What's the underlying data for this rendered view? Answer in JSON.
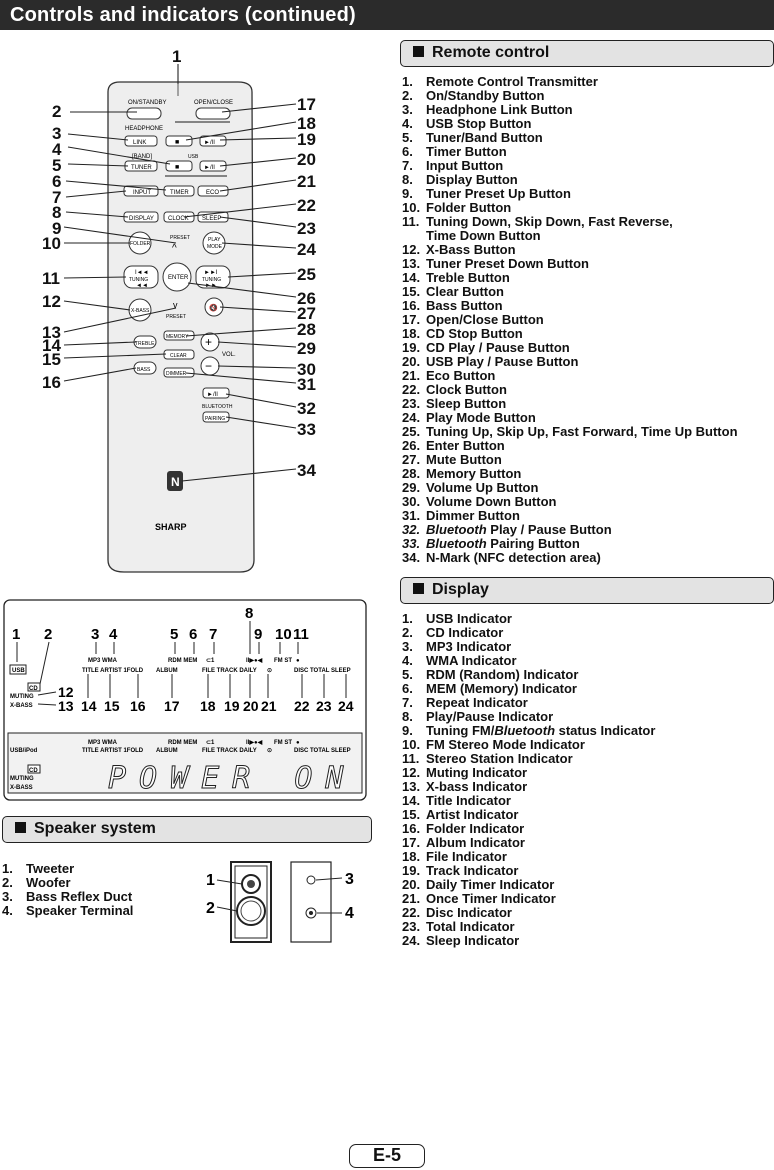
{
  "header": {
    "title": "Controls and indicators (continued)"
  },
  "remote_section": {
    "title": "Remote control",
    "items": [
      {
        "n": "1.",
        "t": "Remote Control Transmitter"
      },
      {
        "n": "2.",
        "t": "On/Standby Button"
      },
      {
        "n": "3.",
        "t": "Headphone Link Button"
      },
      {
        "n": "4.",
        "t": "USB Stop Button"
      },
      {
        "n": "5.",
        "t": "Tuner/Band Button"
      },
      {
        "n": "6.",
        "t": "Timer Button"
      },
      {
        "n": "7.",
        "t": "Input Button"
      },
      {
        "n": "8.",
        "t": "Display Button"
      },
      {
        "n": "9.",
        "t": "Tuner Preset Up Button"
      },
      {
        "n": "10.",
        "t": "Folder Button"
      },
      {
        "n": "11.",
        "t": "Tuning Down, Skip Down, Fast Reverse,",
        "t2": "Time Down Button"
      },
      {
        "n": "12.",
        "t": "X-Bass Button"
      },
      {
        "n": "13.",
        "t": "Tuner Preset Down Button"
      },
      {
        "n": "14.",
        "t": "Treble Button"
      },
      {
        "n": "15.",
        "t": "Clear Button"
      },
      {
        "n": "16.",
        "t": "Bass Button"
      },
      {
        "n": "17.",
        "t": "Open/Close Button"
      },
      {
        "n": "18.",
        "t": "CD Stop Button"
      },
      {
        "n": "19.",
        "t": "CD Play / Pause Button"
      },
      {
        "n": "20.",
        "t": "USB Play / Pause Button"
      },
      {
        "n": "21.",
        "t": "Eco Button"
      },
      {
        "n": "22.",
        "t": "Clock Button"
      },
      {
        "n": "23.",
        "t": "Sleep Button"
      },
      {
        "n": "24.",
        "t": "Play Mode Button"
      },
      {
        "n": "25.",
        "t": "Tuning Up, Skip Up, Fast Forward, Time Up Button"
      },
      {
        "n": "26.",
        "t": "Enter Button"
      },
      {
        "n": "27.",
        "t": "Mute Button"
      },
      {
        "n": "28.",
        "t": "Memory Button"
      },
      {
        "n": "29.",
        "t": "Volume Up Button"
      },
      {
        "n": "30.",
        "t": "Volume Down Button"
      },
      {
        "n": "31.",
        "t": "Dimmer Button"
      },
      {
        "n": "32.",
        "i": "Bluetooth",
        "t": " Play / Pause Button"
      },
      {
        "n": "33.",
        "i": "Bluetooth",
        "t": " Pairing Button"
      },
      {
        "n": "34.",
        "t": "N-Mark (NFC detection area)"
      }
    ]
  },
  "display_section": {
    "title": "Display",
    "items": [
      {
        "n": "1.",
        "t": "USB Indicator"
      },
      {
        "n": "2.",
        "t": "CD Indicator"
      },
      {
        "n": "3.",
        "t": "MP3 Indicator"
      },
      {
        "n": "4.",
        "t": "WMA Indicator"
      },
      {
        "n": "5.",
        "t": "RDM (Random) Indicator"
      },
      {
        "n": "6.",
        "t": "MEM (Memory) Indicator"
      },
      {
        "n": "7.",
        "t": "Repeat Indicator"
      },
      {
        "n": "8.",
        "t": "Play/Pause Indicator"
      },
      {
        "n": "9.",
        "t": "Tuning FM/",
        "i": "Bluetooth",
        "t2": " status Indicator"
      },
      {
        "n": "10.",
        "t": "FM Stereo Mode Indicator"
      },
      {
        "n": "11.",
        "t": "Stereo Station Indicator"
      },
      {
        "n": "12.",
        "t": "Muting Indicator"
      },
      {
        "n": "13.",
        "t": "X-bass Indicator"
      },
      {
        "n": "14.",
        "t": "Title Indicator"
      },
      {
        "n": "15.",
        "t": "Artist Indicator"
      },
      {
        "n": "16.",
        "t": "Folder Indicator"
      },
      {
        "n": "17.",
        "t": "Album Indicator"
      },
      {
        "n": "18.",
        "t": "File Indicator"
      },
      {
        "n": "19.",
        "t": "Track Indicator"
      },
      {
        "n": "20.",
        "t": "Daily Timer Indicator"
      },
      {
        "n": "21.",
        "t": "Once Timer Indicator"
      },
      {
        "n": "22.",
        "t": "Disc Indicator"
      },
      {
        "n": "23.",
        "t": "Total Indicator"
      },
      {
        "n": "24.",
        "t": "Sleep Indicator"
      }
    ]
  },
  "speaker_section": {
    "title": "Speaker system",
    "items": [
      {
        "n": "1.",
        "t": "Tweeter"
      },
      {
        "n": "2.",
        "t": "Woofer"
      },
      {
        "n": "3.",
        "t": "Bass Reflex Duct"
      },
      {
        "n": "4.",
        "t": "Speaker Terminal"
      }
    ]
  },
  "remote_labels": {
    "on_standby": "ON/STANDBY",
    "open_close": "OPEN/CLOSE",
    "headphone": "HEADPHONE",
    "link": "LINK",
    "band": "[BAND]",
    "tuner": "TUNER",
    "usb": "USB",
    "input": "INPUT",
    "timer": "TIMER",
    "eco": "ECO",
    "display": "DISPLAY",
    "clock": "CLOCK",
    "sleep": "SLEEP",
    "preset": "PRESET",
    "folder": "FOLDER",
    "play_mode_1": "PLAY",
    "play_mode_2": "MODE",
    "tuning": "TUNING",
    "enter": "ENTER",
    "x_bass": "X-BASS",
    "treble": "TREBLE",
    "memory": "MEMORY",
    "clear": "CLEAR",
    "vol": "VOL.",
    "bass": "BASS",
    "dimmer": "DIMMER",
    "bluetooth": "BLUETOOTH",
    "pairing": "PAIRING",
    "brand": "SHARP",
    "stop_glyph": "■",
    "play_pause_glyph": "►/II",
    "skip_back_glyph": "I◄◄",
    "rev_glyph": "◄◄",
    "skip_fwd_glyph": "►►I",
    "fwd_glyph": "►►",
    "up_glyph": "^",
    "down_glyph": "v",
    "plus_glyph": "+",
    "minus_glyph": "−",
    "mute_glyph": "🔇",
    "nfc_glyph": "N"
  },
  "display_labels": {
    "usb": "USB",
    "usb_ipod": "USB/iPod",
    "cd": "CD",
    "mp3_wma": "MP3 WMA",
    "title_artist_folder": "TITLE ARTIST 1FOLD",
    "rdm_mem": "RDM MEM",
    "repeat_glyph": "⊂1",
    "play_glyphs": "II▶●◀",
    "fm_st": "FM ST",
    "dot_glyph": "●",
    "album": "ALBUM",
    "file_track_daily": "FILE TRACK DAILY",
    "clock_glyph": "⊙",
    "disc_total_sleep": "DISC TOTAL SLEEP",
    "muting": "MUTING",
    "x_bass": "X-BASS",
    "power_on": "POWER ON"
  },
  "callouts": {
    "remote": [
      "1",
      "2",
      "3",
      "4",
      "5",
      "6",
      "7",
      "8",
      "9",
      "10",
      "11",
      "12",
      "13",
      "14",
      "15",
      "16",
      "17",
      "18",
      "19",
      "20",
      "21",
      "22",
      "23",
      "24",
      "25",
      "26",
      "27",
      "28",
      "29",
      "30",
      "31",
      "32",
      "33",
      "34"
    ],
    "display_top": [
      "1",
      "2",
      "3",
      "4",
      "5",
      "6",
      "7",
      "8",
      "9",
      "10",
      "11"
    ],
    "display_bottom": [
      "12",
      "13",
      "14",
      "15",
      "16",
      "17",
      "18",
      "19",
      "20",
      "21",
      "22",
      "23",
      "24"
    ],
    "speaker": [
      "1",
      "2",
      "3",
      "4"
    ]
  },
  "footer": {
    "page": "E-5"
  }
}
